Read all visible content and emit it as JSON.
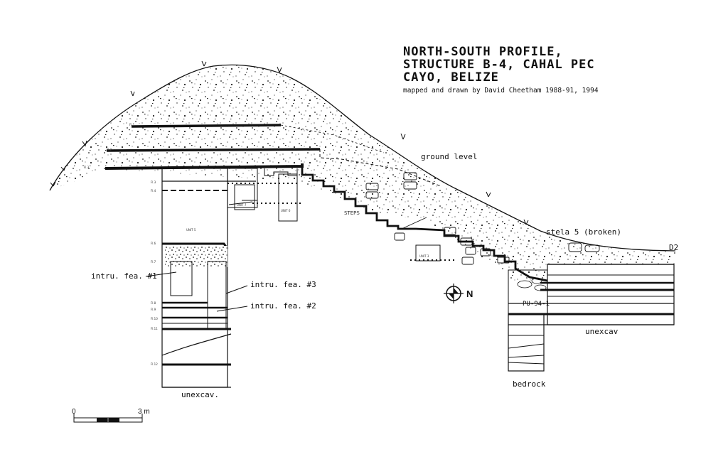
{
  "title": {
    "line1": "NORTH-SOUTH PROFILE,",
    "line2": "STRUCTURE B-4, CAHAL PEC",
    "line3": "CAYO, BELIZE",
    "credit": "mapped and drawn by David Cheetham 1988-91, 1994"
  },
  "labels": {
    "ground_level": "ground level",
    "steps": "STEPS",
    "stela": "stela 5 (broken)",
    "d2": "D2",
    "intrusive_1": "intru. fea. #1",
    "intrusive_2": "intru. fea. #2",
    "intrusive_3": "intru. fea. #3",
    "unexcavated_left": "unexcav.",
    "unexcavated_right": "unexcav",
    "bedrock": "bedrock",
    "pu_label": "PU-94-1",
    "unit_5": "UNIT 5",
    "unit_7": "UNIT 7",
    "unit_6": "UNIT 6",
    "unit_3": "UNIT 3"
  },
  "compass": {
    "direction": "N",
    "icon": "north-arrow-icon"
  },
  "scale": {
    "start": "0",
    "end": "3 m"
  },
  "colors": {
    "ink": "#111111",
    "paper": "#ffffff"
  }
}
